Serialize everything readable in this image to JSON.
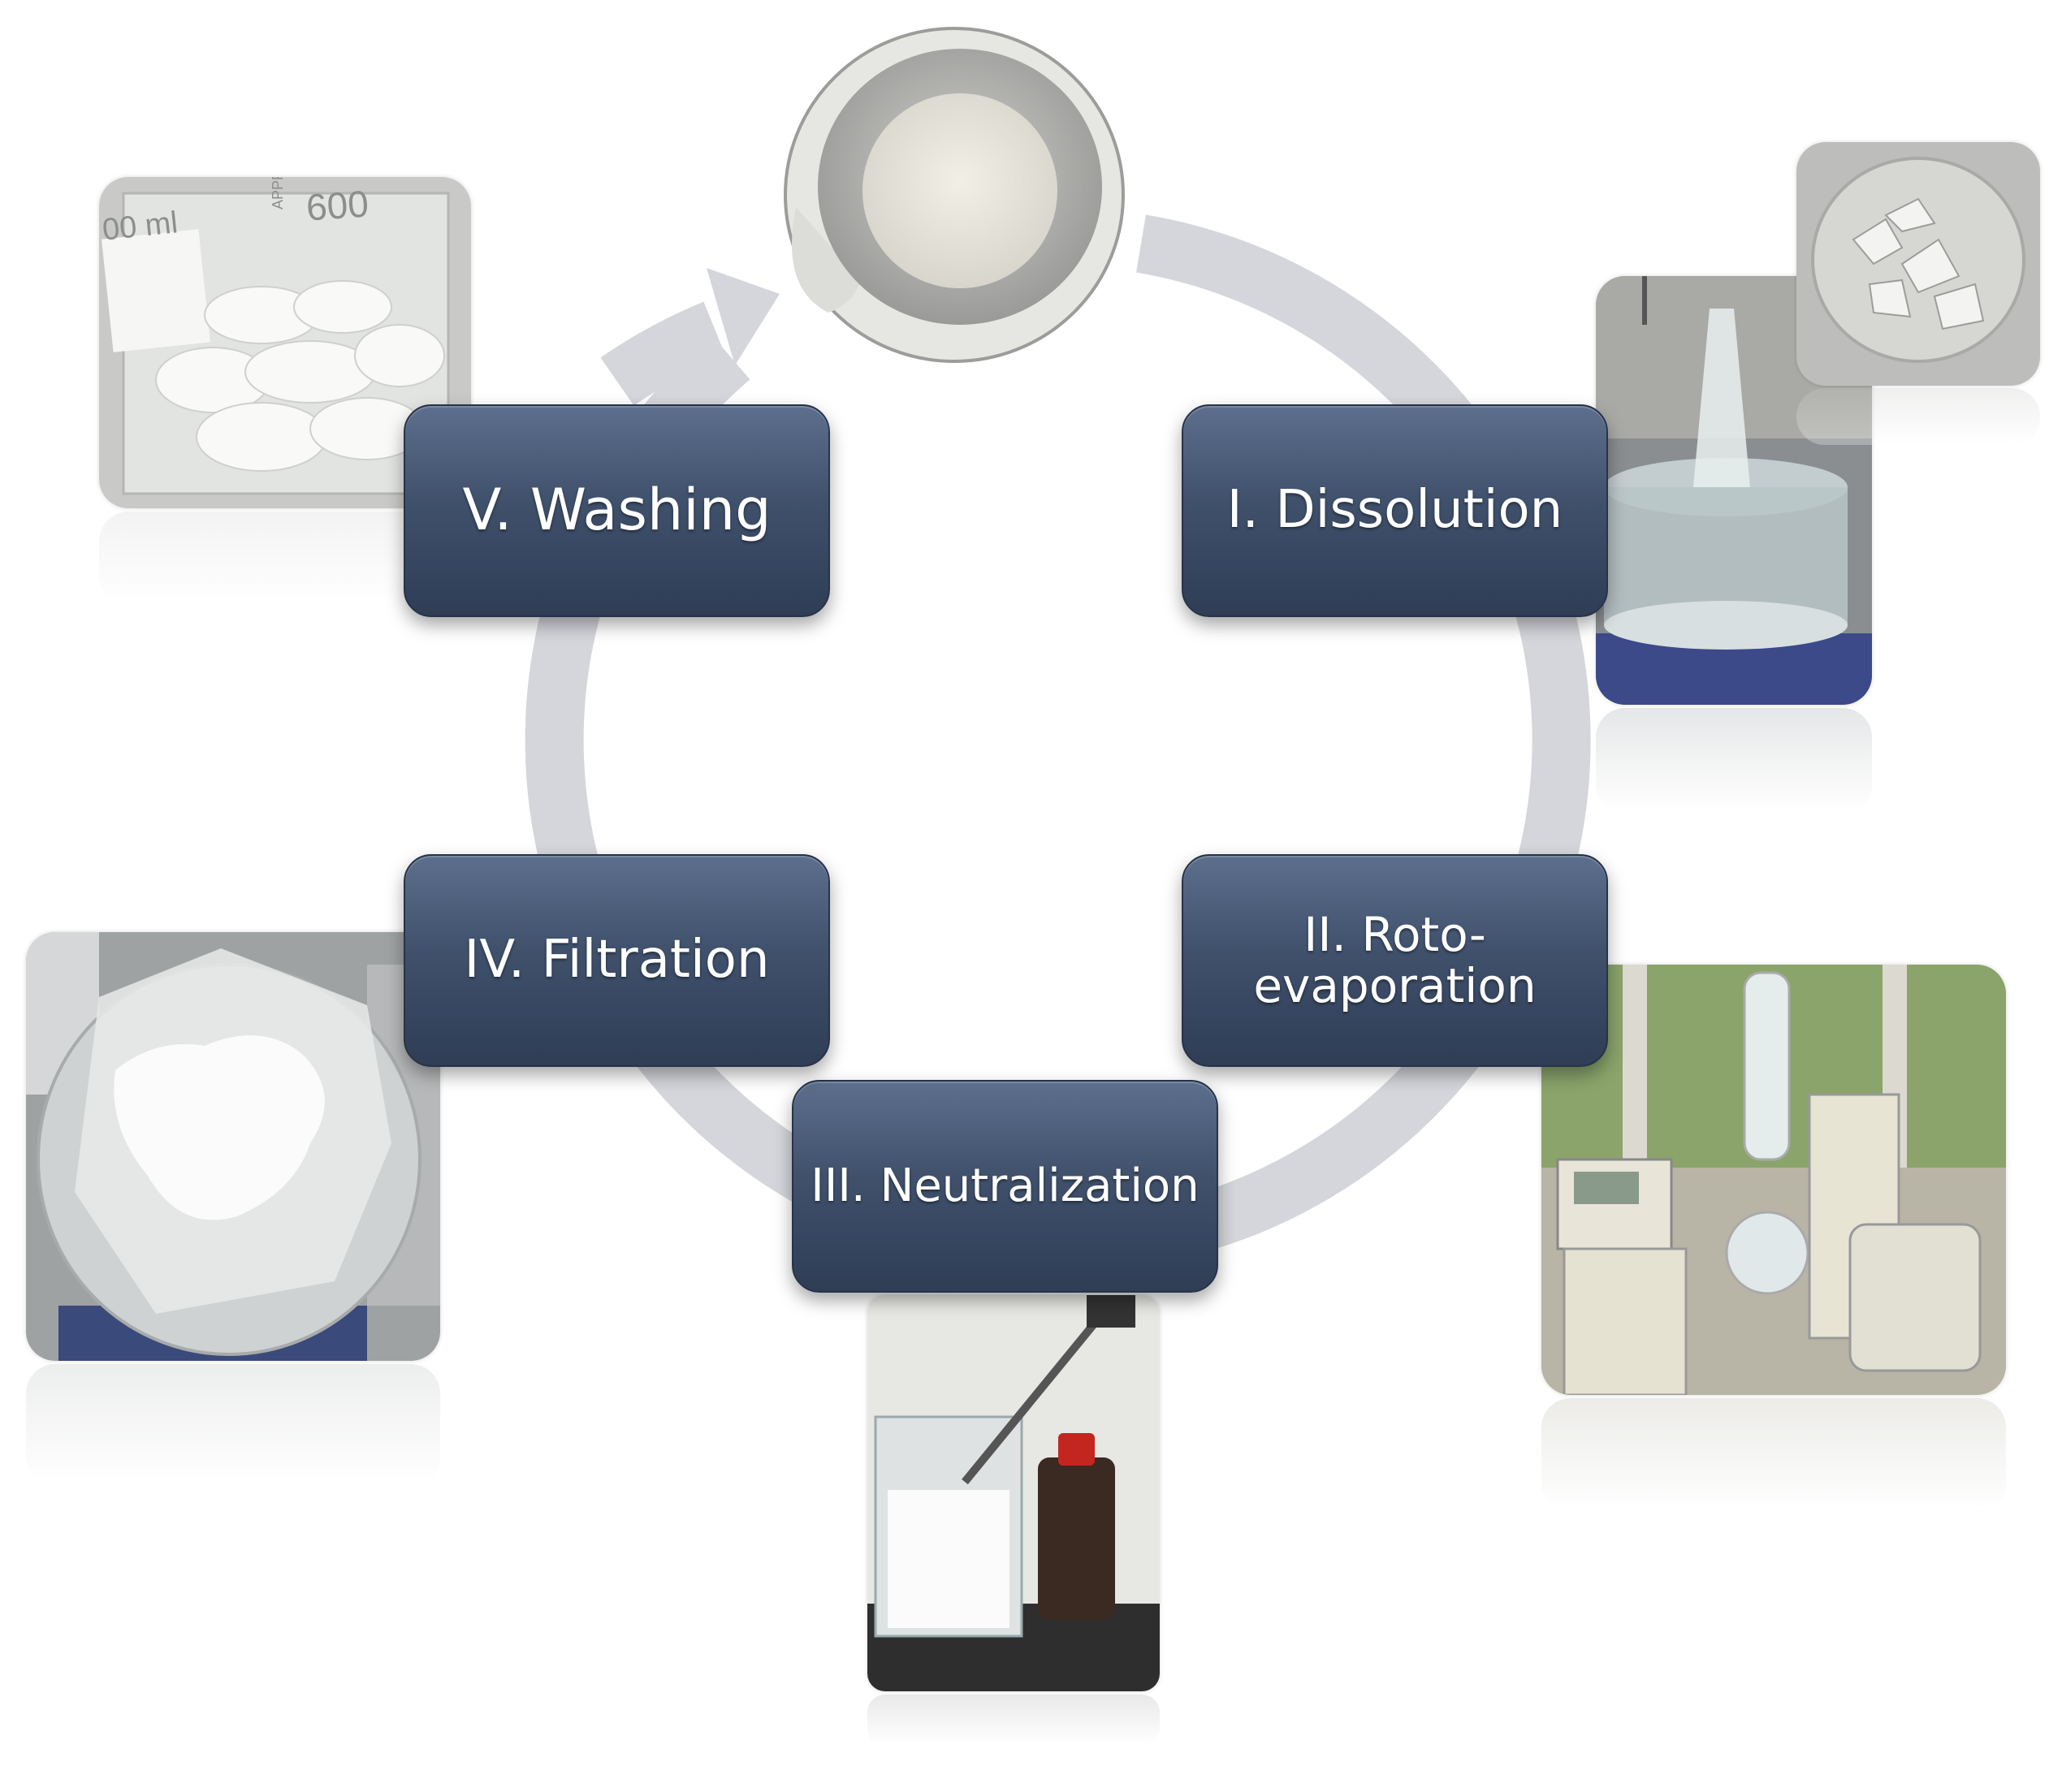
{
  "steps": [
    {
      "id": "dissolution",
      "label": "I. Dissolution"
    },
    {
      "id": "rotoevaporation",
      "label": "II. Roto-\nevaporation"
    },
    {
      "id": "neutralization",
      "label": "III. Neutralization"
    },
    {
      "id": "filtration",
      "label": "IV. Filtration"
    },
    {
      "id": "washing",
      "label": "V. Washing"
    }
  ],
  "beaker_marking": {
    "volume": "600",
    "unit_fragment": "00 ml",
    "vertical_text": "APPROX VOL"
  },
  "colors": {
    "box_top": "#5c6f8c",
    "box_bottom": "#2f3d55",
    "cycle_arrow": "#d3d5da",
    "text": "#ffffff"
  },
  "icons": [
    "cycle-arrow",
    "mortar-bowl",
    "beaker",
    "rotary-evaporator",
    "funnel",
    "bottle"
  ]
}
